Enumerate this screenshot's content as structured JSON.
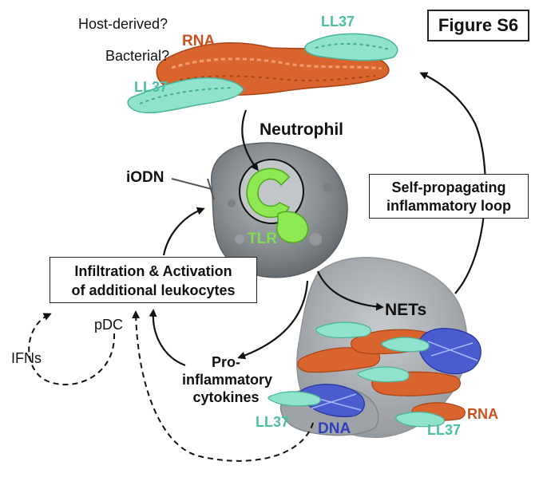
{
  "figure_label": "Figure S6",
  "rna_source_q1": "Host-derived?",
  "rna_source_q2": "Bacterial?",
  "rna_top": "RNA",
  "ll37_top_right": "LL37",
  "ll37_top_left": "LL37",
  "neutrophil": "Neutrophil",
  "iodn": "iODN",
  "tlr": "TLR",
  "loop_box": {
    "line1": "Self-propagating",
    "line2": "inflammatory loop"
  },
  "infiltration_box": {
    "line1": "Infiltration & Activation",
    "line2": "of additional leukocytes"
  },
  "nets": "NETs",
  "pdc": "pDC",
  "ifns": "IFNs",
  "cytokines": {
    "line1": "Pro-",
    "line2": "inflammatory",
    "line3": "cytokines"
  },
  "ll37_bottom_left": "LL37",
  "dna": "DNA",
  "rna_bottom": "RNA",
  "ll37_bottom_right": "LL37",
  "colors": {
    "rna": "#c8511e",
    "ll37": "#4cc0a4",
    "dna": "#2b3fbf",
    "tlr": "#7ee04a",
    "cell": "#8a8f94"
  }
}
